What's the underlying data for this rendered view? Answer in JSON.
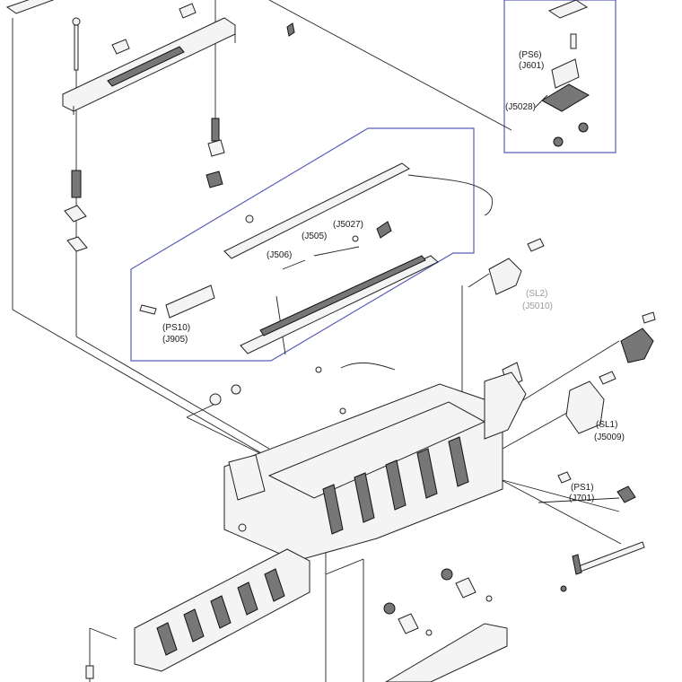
{
  "diagram": {
    "callouts": {
      "ps6": "(PS6)",
      "j601": "(J601)",
      "j5028": "(J5028)",
      "j5027": "(J5027)",
      "j505": "(J505)",
      "j506": "(J506)",
      "ps10": "(PS10)",
      "j905": "(J905)",
      "sl2": "(SL2)",
      "j5010": "(J5010)",
      "sl1": "(SL1)",
      "j5009": "(J5009)",
      "ps1": "(PS1)",
      "j701": "(J701)"
    },
    "colors": {
      "inset_box": "#5a5fb8",
      "line": "#222222"
    }
  }
}
